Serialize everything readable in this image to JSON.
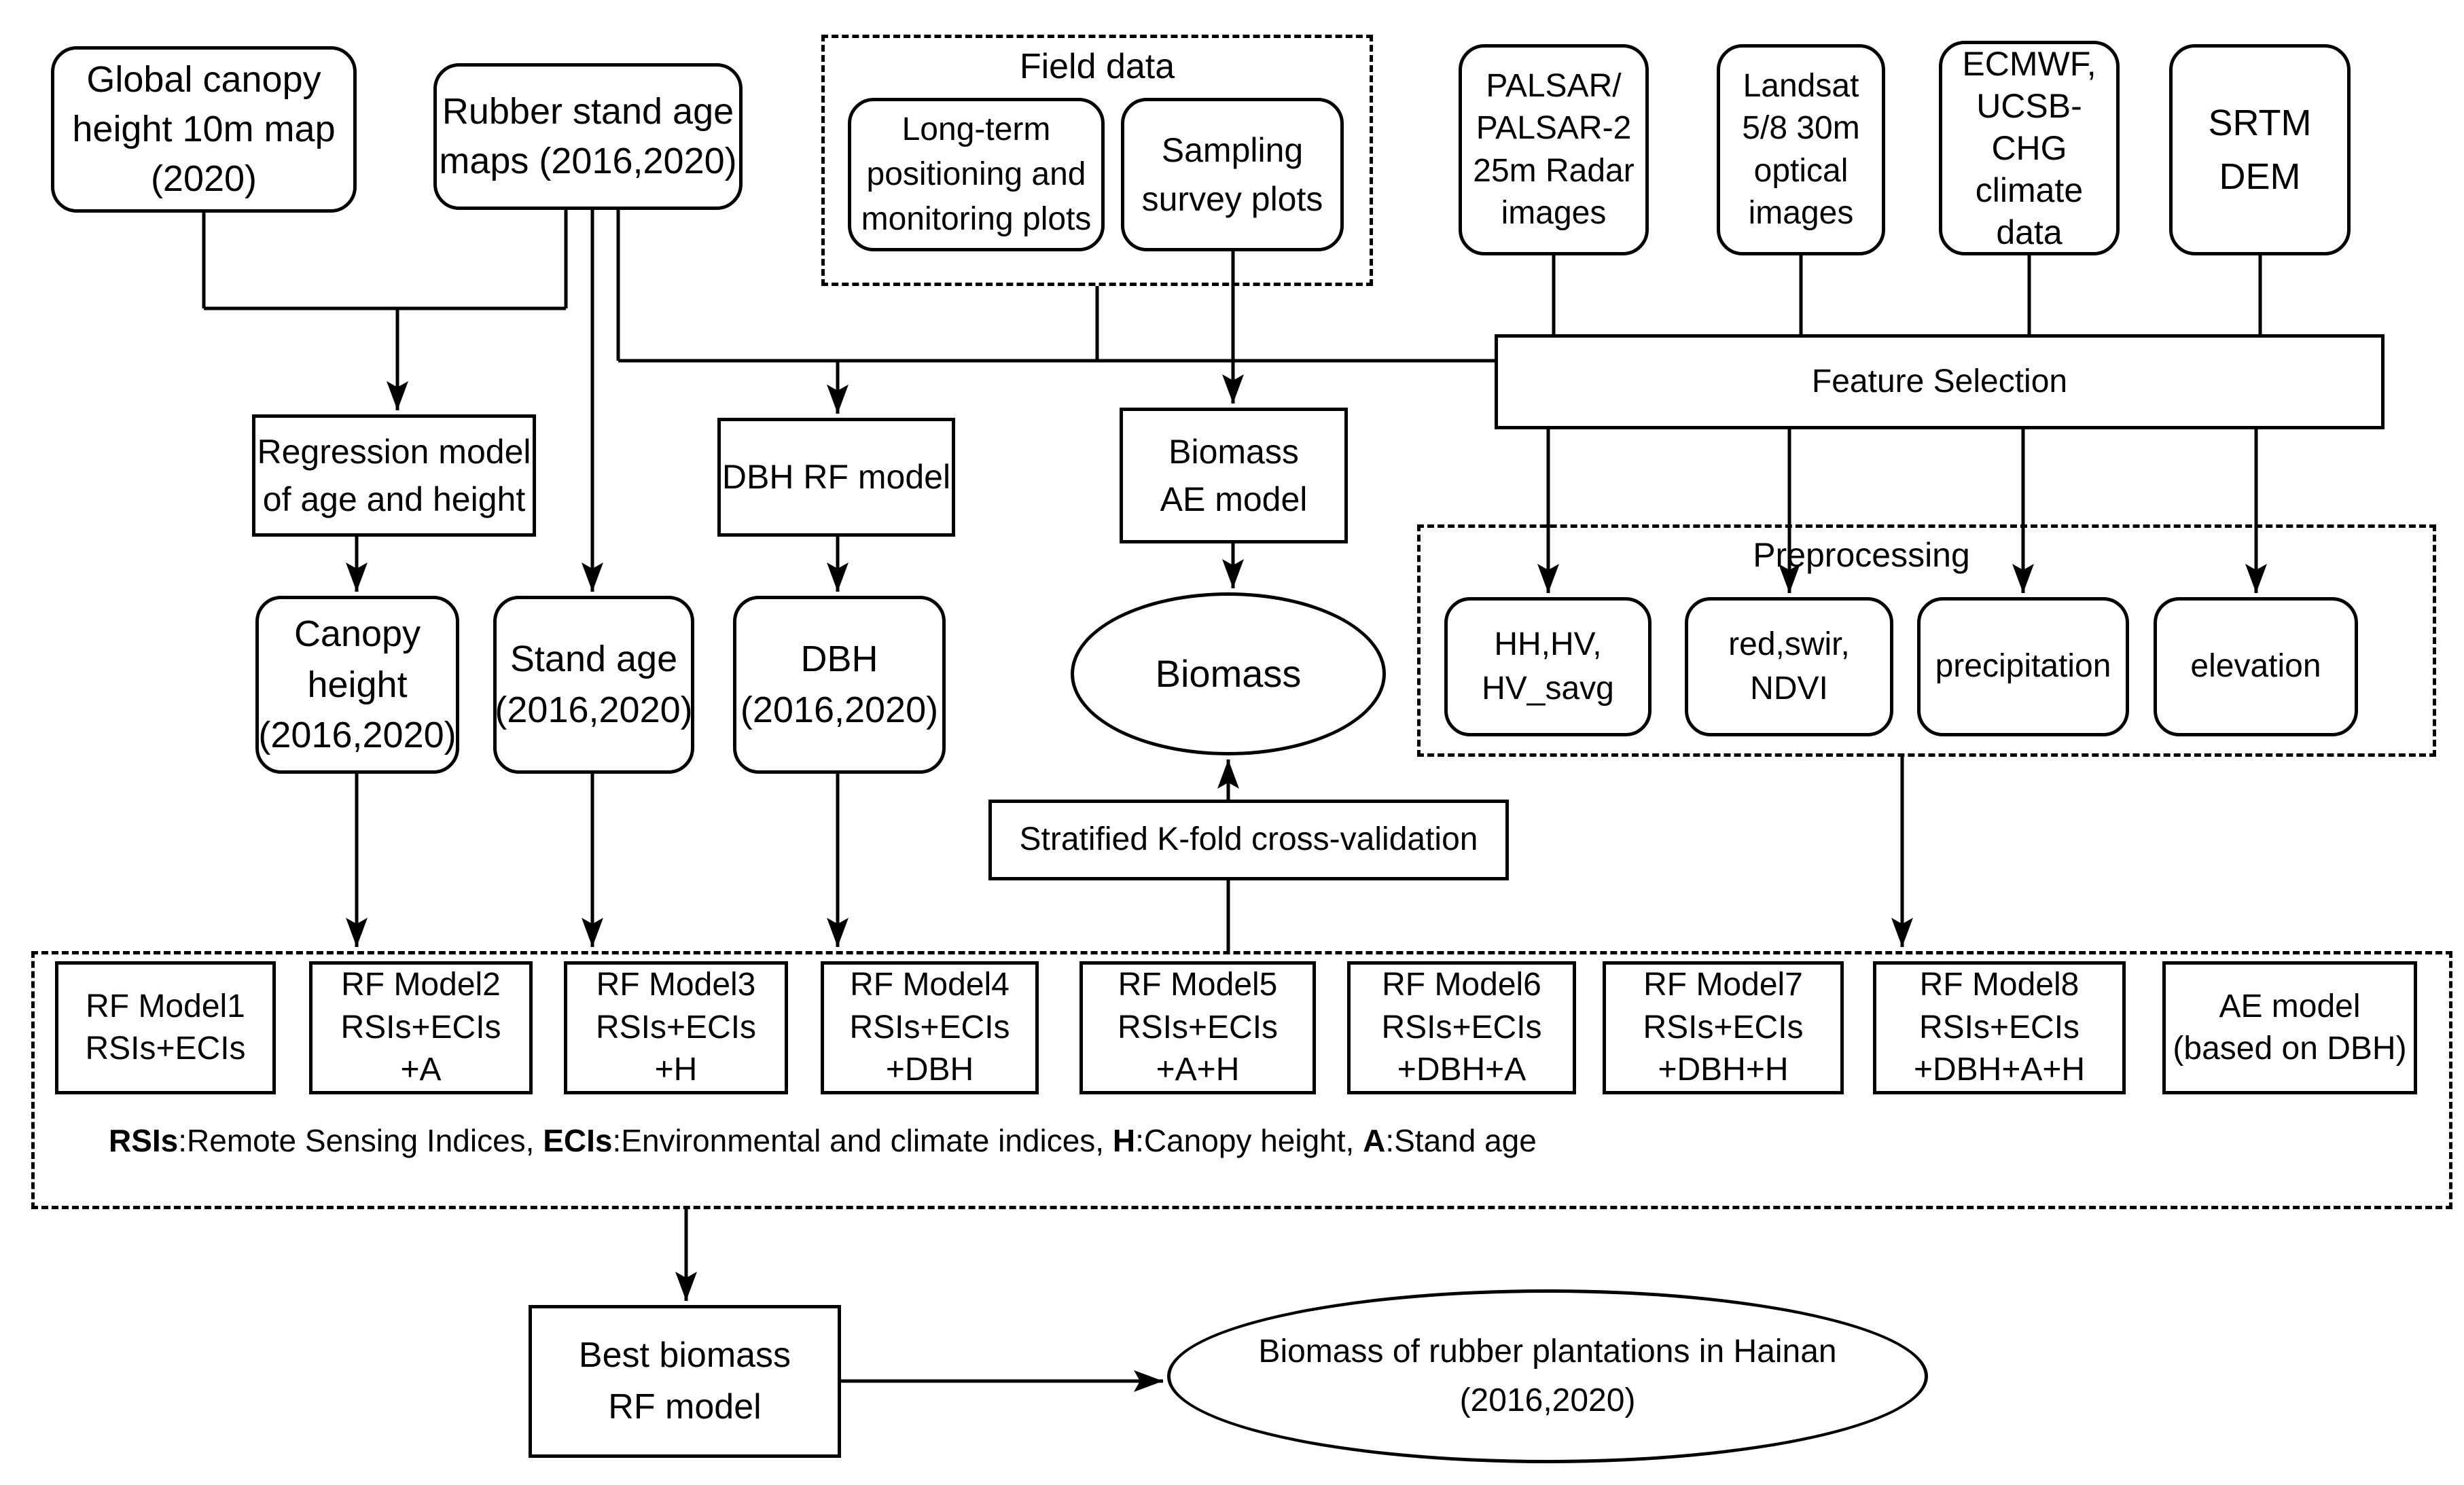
{
  "colors": {
    "background": "#ffffff",
    "stroke": "#000000"
  },
  "nodes": {
    "global_canopy": {
      "lines": [
        "Global canopy",
        "height 10m map",
        "(2020)"
      ]
    },
    "rubber_stand_age": {
      "lines": [
        "Rubber stand age",
        "maps (2016,2020)"
      ]
    },
    "field_data": {
      "title": "Field data",
      "long_term": {
        "lines": [
          "Long-term",
          "positioning and",
          "monitoring plots"
        ]
      },
      "sampling": {
        "lines": [
          "Sampling",
          "survey plots"
        ]
      }
    },
    "palsar": {
      "lines": [
        "PALSAR/",
        "PALSAR-2",
        "25m Radar",
        "images"
      ]
    },
    "landsat": {
      "lines": [
        "Landsat",
        "5/8 30m",
        "optical",
        "images"
      ]
    },
    "ecmwf": {
      "lines": [
        "ECMWF,",
        "UCSB-",
        "CHG",
        "climate",
        "data"
      ]
    },
    "srtm": {
      "lines": [
        "SRTM",
        "DEM"
      ]
    },
    "regression": {
      "lines": [
        "Regression model",
        "of age and height"
      ]
    },
    "dbh_rf": {
      "lines": [
        "DBH RF model"
      ]
    },
    "biomass_ae": {
      "lines": [
        "Biomass",
        "AE model"
      ]
    },
    "feature_selection": {
      "label": "Feature Selection"
    },
    "canopy_height": {
      "lines": [
        "Canopy",
        "height",
        "(2016,2020)"
      ]
    },
    "stand_age": {
      "lines": [
        "Stand age",
        "(2016,2020)"
      ]
    },
    "dbh": {
      "lines": [
        "DBH",
        "(2016,2020)"
      ]
    },
    "biomass": {
      "label": "Biomass"
    },
    "preprocessing": {
      "title": "Preprocessing",
      "hh_hv": {
        "lines": [
          "HH,HV,",
          "HV_savg"
        ]
      },
      "red_swir": {
        "lines": [
          "red,swir,",
          "NDVI"
        ]
      },
      "precipitation": {
        "lines": [
          "precipitation"
        ]
      },
      "elevation": {
        "lines": [
          "elevation"
        ]
      }
    },
    "kfold": {
      "label": "Stratified K-fold cross-validation"
    },
    "best_model": {
      "lines": [
        "Best biomass",
        "RF model"
      ]
    },
    "final_output": {
      "lines": [
        "Biomass of rubber plantations in Hainan",
        "(2016,2020)"
      ]
    }
  },
  "rf_models": [
    {
      "lines": [
        "RF Model1",
        "RSIs+ECIs"
      ]
    },
    {
      "lines": [
        "RF Model2",
        "RSIs+ECIs",
        "+A"
      ]
    },
    {
      "lines": [
        "RF Model3",
        "RSIs+ECIs",
        "+H"
      ]
    },
    {
      "lines": [
        "RF Model4",
        "RSIs+ECIs",
        "+DBH"
      ]
    },
    {
      "lines": [
        "RF Model5",
        "RSIs+ECIs",
        "+A+H"
      ]
    },
    {
      "lines": [
        "RF Model6",
        "RSIs+ECIs",
        "+DBH+A"
      ]
    },
    {
      "lines": [
        "RF Model7",
        "RSIs+ECIs",
        "+DBH+H"
      ]
    },
    {
      "lines": [
        "RF Model8",
        "RSIs+ECIs",
        "+DBH+A+H"
      ]
    },
    {
      "lines": [
        "AE model",
        "(based on DBH)"
      ]
    }
  ],
  "legend": {
    "segments": [
      {
        "t": "RSIs"
      },
      {
        "t": ":Remote Sensing Indices, "
      },
      {
        "t": "ECIs"
      },
      {
        "t": ":Environmental and climate indices, "
      },
      {
        "t": "H"
      },
      {
        "t": ":Canopy height, "
      },
      {
        "t": "A"
      },
      {
        "t": ":Stand age"
      }
    ]
  }
}
